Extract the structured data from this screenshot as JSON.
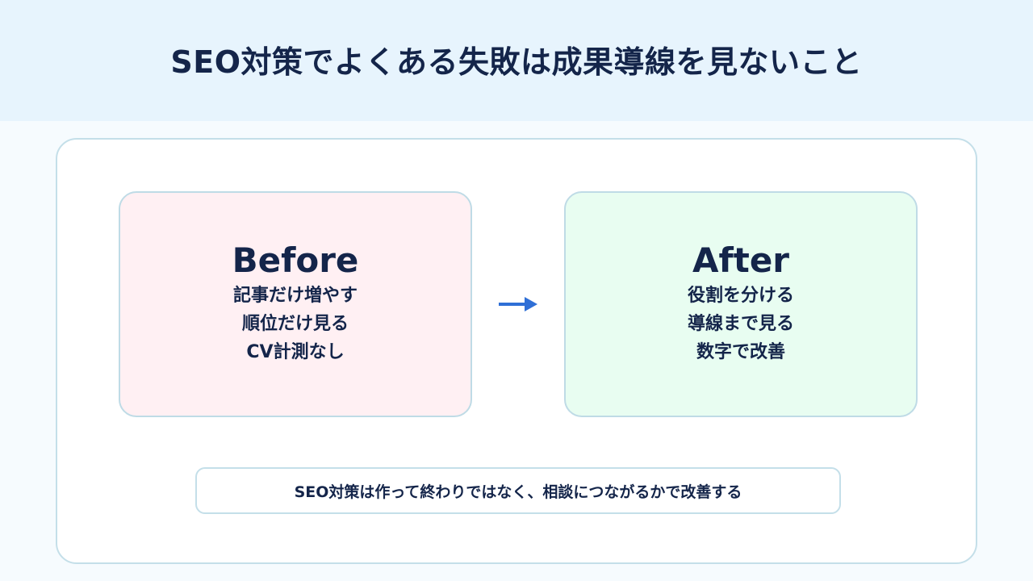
{
  "header": {
    "title": "SEO対策でよくある失敗は成果導線を見ないこと"
  },
  "before": {
    "title": "Before",
    "items": [
      "記事だけ増やす",
      "順位だけ見る",
      "CV計測なし"
    ]
  },
  "after": {
    "title": "After",
    "items": [
      "役割を分ける",
      "導線まで見る",
      "数字で改善"
    ]
  },
  "arrow": {
    "icon": "arrow-right-icon",
    "color": "#2f6fd6"
  },
  "summary": {
    "text": "SEO対策は作って終わりではなく、相談につながるかで改善する"
  },
  "colors": {
    "header_bg": "#e7f4fd",
    "before_bg": "#fff0f3",
    "after_bg": "#e8fdf1",
    "text": "#14254a",
    "border": "#c4dfe9"
  }
}
